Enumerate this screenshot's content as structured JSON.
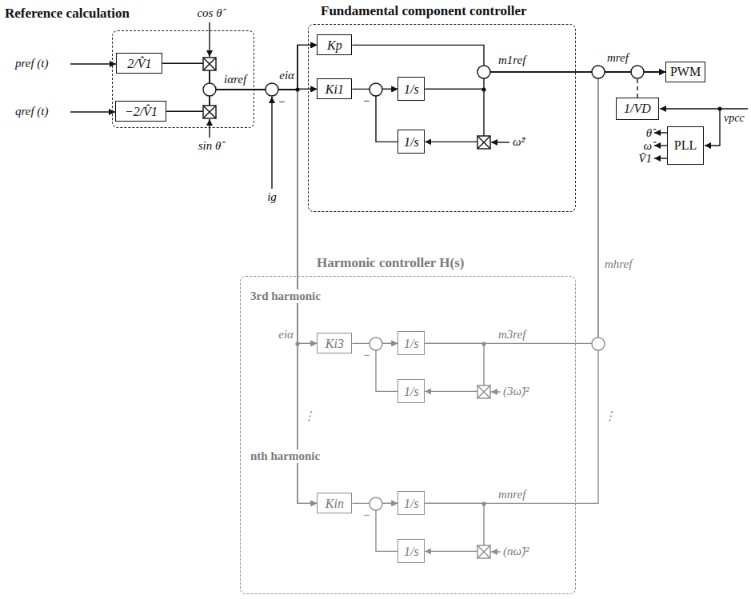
{
  "diagram": {
    "nodes": [
      {
        "text": [
          "Reference calculation"
        ]
      },
      {
        "text": [
          "2/V̂1"
        ],
        "in": 0
      },
      {
        "text": [
          "−2/V̂1"
        ],
        "in": 0
      },
      {
        "text": [
          "Fundamental component controller"
        ]
      },
      {
        "text": [
          "Kp"
        ],
        "in": 3
      },
      {
        "text": [
          "Ki1"
        ],
        "in": 3
      },
      {
        "text": [
          "1/s"
        ],
        "in": 3
      },
      {
        "text": [
          "1/s"
        ],
        "in": 3
      },
      {
        "text": [
          "PWM"
        ]
      },
      {
        "text": [
          "1/VD"
        ]
      },
      {
        "text": [
          "PLL"
        ]
      },
      {
        "text": [
          "Harmonic controller H(s)"
        ]
      },
      {
        "text": [
          "Ki3"
        ],
        "in": 11
      },
      {
        "text": [
          "1/s"
        ],
        "in": 11
      },
      {
        "text": [
          "1/s"
        ],
        "in": 11
      },
      {
        "text": [
          "Kin"
        ],
        "in": 11
      },
      {
        "text": [
          "1/s"
        ],
        "in": 11
      },
      {
        "text": [
          "1/s"
        ],
        "in": 11
      }
    ],
    "edges": [
      {
        "from": 1,
        "to": 4,
        "arrow": "to"
      },
      {
        "from": 1,
        "to": 5,
        "arrow": "to"
      },
      {
        "from": 2,
        "to": 4,
        "arrow": "to"
      },
      {
        "from": 2,
        "to": 5,
        "arrow": "to"
      },
      {
        "from": 1,
        "to": 12,
        "arrow": "to"
      },
      {
        "from": 2,
        "to": 12,
        "arrow": "to"
      },
      {
        "from": 1,
        "to": 15,
        "arrow": "to"
      },
      {
        "from": 2,
        "to": 15,
        "arrow": "to"
      },
      {
        "from": 4,
        "to": 8,
        "arrow": "to"
      },
      {
        "from": 5,
        "to": 6,
        "arrow": "to"
      },
      {
        "from": 6,
        "to": 8,
        "arrow": "to"
      },
      {
        "from": 6,
        "to": 7,
        "arrow": "to"
      },
      {
        "from": 7,
        "to": 6,
        "arrow": "to"
      },
      {
        "from": 9,
        "to": 8,
        "arrow": "to"
      },
      {
        "from": 12,
        "to": 13,
        "arrow": "to"
      },
      {
        "from": 13,
        "to": 8,
        "arrow": "to"
      },
      {
        "from": 13,
        "to": 14,
        "arrow": "to"
      },
      {
        "from": 14,
        "to": 13,
        "arrow": "to"
      },
      {
        "from": 15,
        "to": 16,
        "arrow": "to"
      },
      {
        "from": 16,
        "to": 8,
        "arrow": "to"
      },
      {
        "from": 16,
        "to": 17,
        "arrow": "to"
      },
      {
        "from": 17,
        "to": 16,
        "arrow": "to"
      }
    ],
    "labels": [
      "pref (t)",
      "qref (t)",
      "cos θ̂",
      "sin θ̂",
      "iαref",
      "−",
      "eiα",
      "ig",
      "−",
      "ω̂²",
      "m1ref",
      "mref",
      "vpcc",
      "θ̂",
      "ω̂",
      "V̂1",
      "mhref",
      "3rd harmonic",
      "eiα",
      "−",
      "(3ω̂)²",
      "m3ref",
      "⋮",
      "⋮",
      "nth harmonic",
      "−",
      "(nω̂)²",
      "mnref"
    ]
  }
}
